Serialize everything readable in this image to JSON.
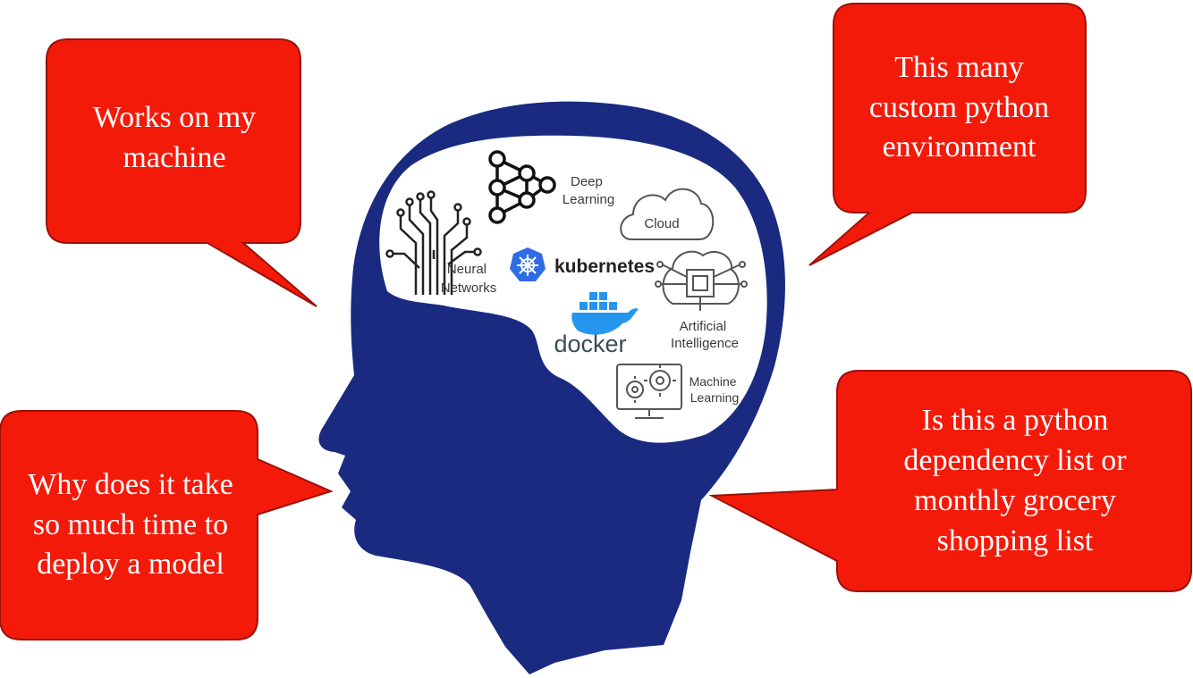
{
  "bubbles": {
    "top_left": "Works on my machine",
    "top_right": "This many custom python environment",
    "bottom_left": "Why does it take so much time to deploy a model",
    "bottom_right": "Is this a python dependency list or monthly grocery shopping list"
  },
  "brain": {
    "deep_learning": [
      "Deep",
      "Learning"
    ],
    "cloud": "Cloud",
    "neural_networks": [
      "Neural",
      "Networks"
    ],
    "kubernetes": "kubernetes",
    "docker": "docker",
    "artificial_intelligence": [
      "Artificial",
      "Intelligence"
    ],
    "machine_learning": [
      "Machine",
      "Learning"
    ]
  },
  "colors": {
    "bubble_fill": "#f41a0a",
    "bubble_stroke": "#9a1208",
    "head": "#1a2a80",
    "brain_area": "#ffffff",
    "kubernetes_blue": "#326ce5",
    "docker_blue": "#2496ed",
    "docker_text": "#394d54"
  },
  "icons": [
    "neural-network-graph-icon",
    "circuit-tree-icon",
    "cloud-icon",
    "kubernetes-helm-icon",
    "docker-whale-icon",
    "ai-chip-icon",
    "machine-learning-gears-icon"
  ]
}
